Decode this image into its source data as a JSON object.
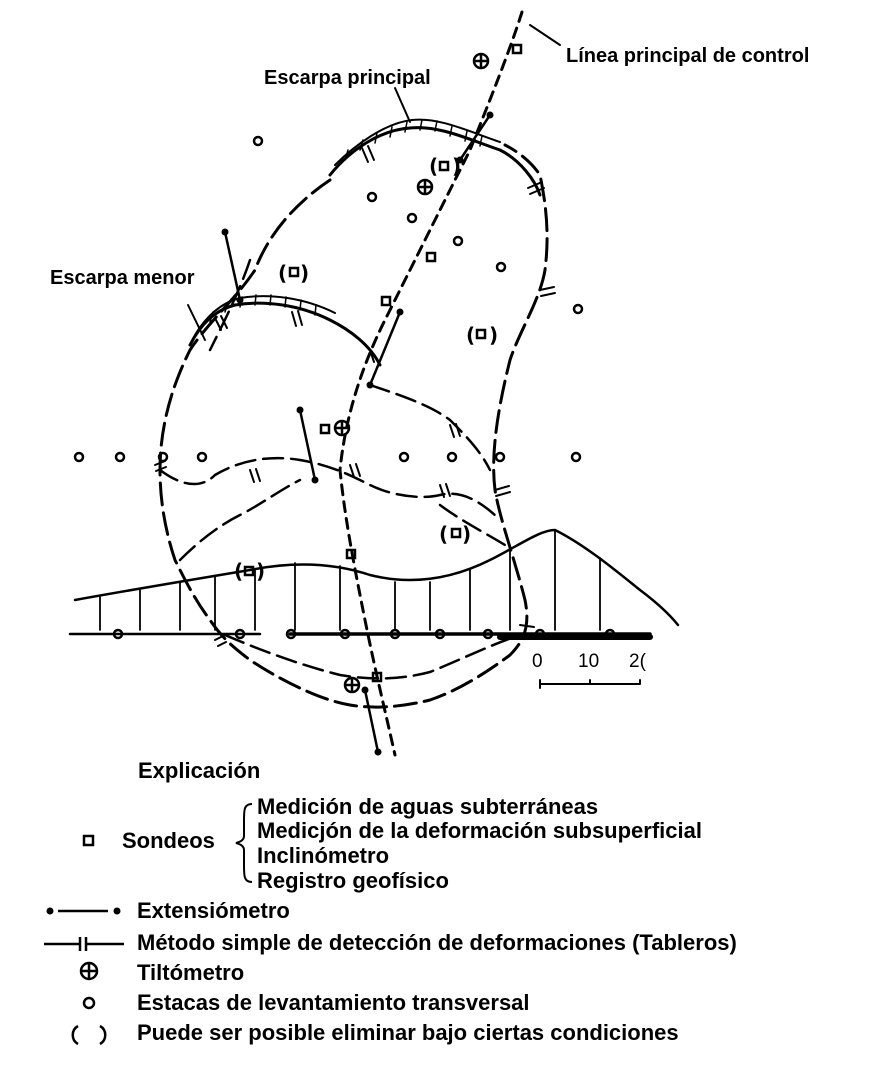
{
  "labels": {
    "control_line": "Línea principal de control",
    "main_scarp": "Escarpa principal",
    "minor_scarp": "Escarpa menor"
  },
  "scale": {
    "ticks": [
      "0",
      "10",
      "2("
    ]
  },
  "legend": {
    "title": "Explicación",
    "sondeos": {
      "label": "Sondeos",
      "items": [
        "Medición de aguas subterráneas",
        "Medicjón de la deformación subsuperficial",
        "Inclinómetro",
        "Registro geofísico"
      ]
    },
    "extensometer": "Extensiómetro",
    "simple_method": "Método simple de detección de deformaciones (Tableros)",
    "tiltmeter": "Tiltómetro",
    "survey_stakes": "Estacas de levantamiento transversal",
    "optional": "Puede ser posible eliminar bajo ciertas condiciones"
  },
  "icons": {
    "borehole": "square-borehole-icon",
    "extensometer": "extensometer-line-icon",
    "simple_method": "board-gauge-icon",
    "tiltmeter": "circle-plus-icon",
    "stake": "circle-icon",
    "optional": "parentheses-icon"
  }
}
